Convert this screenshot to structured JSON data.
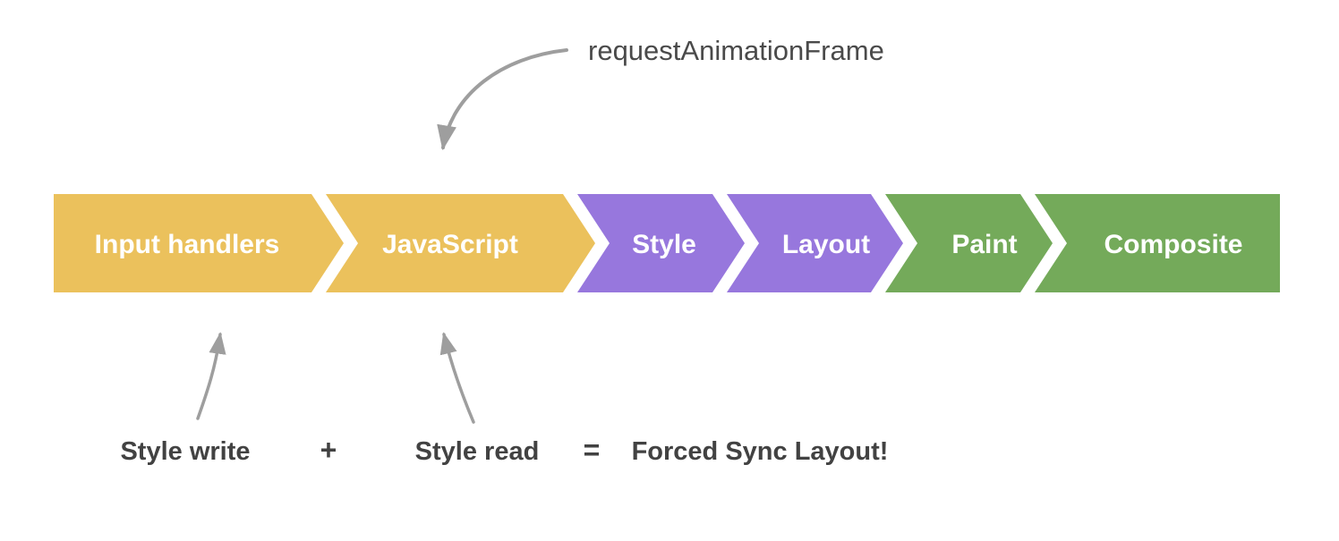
{
  "colors": {
    "segment_yellow": "#ebc15c",
    "segment_purple": "#9777dd",
    "segment_green": "#74aa5a",
    "arrow_gray": "#9e9e9e",
    "annotation_text": "#454545",
    "segment_label_text": "#ffffff",
    "background": "#ffffff"
  },
  "pipeline": {
    "segments": [
      {
        "label": "Input handlers",
        "color": "#ebc15c"
      },
      {
        "label": "JavaScript",
        "color": "#ebc15c"
      },
      {
        "label": "Style",
        "color": "#9777dd"
      },
      {
        "label": "Layout",
        "color": "#9777dd"
      },
      {
        "label": "Paint",
        "color": "#74aa5a"
      },
      {
        "label": "Composite",
        "color": "#74aa5a"
      }
    ]
  },
  "annotations": {
    "raf": "requestAnimationFrame",
    "style_write": "Style write",
    "plus": "+",
    "style_read": "Style read",
    "equals": "=",
    "result": "Forced Sync Layout!"
  }
}
